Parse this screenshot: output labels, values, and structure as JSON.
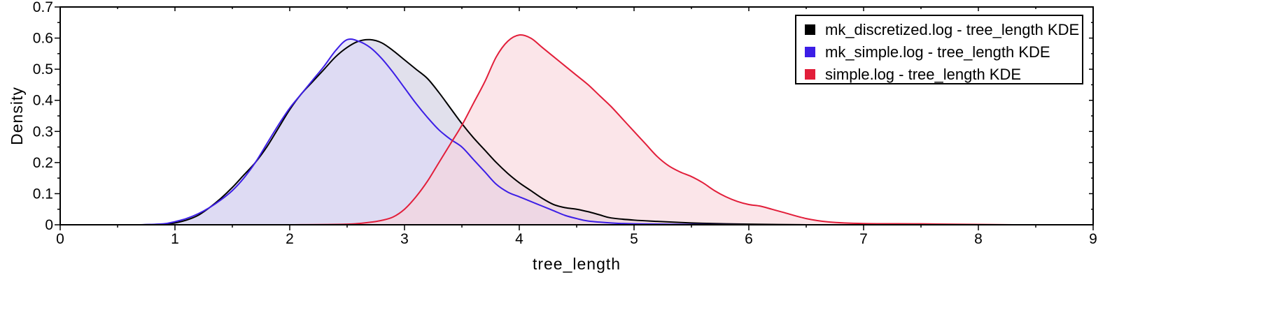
{
  "chart_data": {
    "type": "area",
    "xlabel": "tree_length",
    "ylabel": "Density",
    "xlim": [
      0,
      9
    ],
    "ylim": [
      0,
      0.7
    ],
    "xticks": [
      "0",
      "1",
      "2",
      "3",
      "4",
      "5",
      "6",
      "7",
      "8",
      "9"
    ],
    "yticks": [
      "0",
      "0.1",
      "0.2",
      "0.3",
      "0.4",
      "0.5",
      "0.6",
      "0.7"
    ],
    "grid": false,
    "legend_position": "top-right",
    "series": [
      {
        "name": "mk_discretized.log - tree_length KDE",
        "color": "#000000",
        "fill": "#c9c6dc",
        "fill_opacity": 0.55,
        "points": [
          [
            0.7,
            0
          ],
          [
            0.9,
            0.002
          ],
          [
            1.0,
            0.006
          ],
          [
            1.1,
            0.015
          ],
          [
            1.2,
            0.03
          ],
          [
            1.3,
            0.055
          ],
          [
            1.4,
            0.085
          ],
          [
            1.5,
            0.12
          ],
          [
            1.6,
            0.16
          ],
          [
            1.7,
            0.2
          ],
          [
            1.8,
            0.25
          ],
          [
            1.9,
            0.31
          ],
          [
            2.0,
            0.37
          ],
          [
            2.1,
            0.42
          ],
          [
            2.2,
            0.46
          ],
          [
            2.3,
            0.5
          ],
          [
            2.4,
            0.54
          ],
          [
            2.5,
            0.57
          ],
          [
            2.6,
            0.59
          ],
          [
            2.7,
            0.595
          ],
          [
            2.8,
            0.585
          ],
          [
            2.9,
            0.56
          ],
          [
            3.0,
            0.53
          ],
          [
            3.1,
            0.5
          ],
          [
            3.2,
            0.47
          ],
          [
            3.3,
            0.425
          ],
          [
            3.4,
            0.375
          ],
          [
            3.5,
            0.325
          ],
          [
            3.6,
            0.28
          ],
          [
            3.7,
            0.24
          ],
          [
            3.8,
            0.2
          ],
          [
            3.9,
            0.165
          ],
          [
            4.0,
            0.135
          ],
          [
            4.1,
            0.11
          ],
          [
            4.2,
            0.085
          ],
          [
            4.3,
            0.065
          ],
          [
            4.4,
            0.055
          ],
          [
            4.5,
            0.05
          ],
          [
            4.6,
            0.042
          ],
          [
            4.7,
            0.032
          ],
          [
            4.8,
            0.022
          ],
          [
            5.0,
            0.015
          ],
          [
            5.2,
            0.011
          ],
          [
            5.5,
            0.006
          ],
          [
            5.8,
            0.003
          ],
          [
            6.2,
            0.001
          ],
          [
            6.5,
            0
          ]
        ]
      },
      {
        "name": "mk_simple.log - tree_length KDE",
        "color": "#3c1ee6",
        "fill": "#dcd8f8",
        "fill_opacity": 0.65,
        "points": [
          [
            0.7,
            0
          ],
          [
            0.9,
            0.003
          ],
          [
            1.0,
            0.01
          ],
          [
            1.1,
            0.02
          ],
          [
            1.2,
            0.035
          ],
          [
            1.3,
            0.055
          ],
          [
            1.4,
            0.08
          ],
          [
            1.5,
            0.11
          ],
          [
            1.6,
            0.15
          ],
          [
            1.7,
            0.2
          ],
          [
            1.8,
            0.26
          ],
          [
            1.9,
            0.32
          ],
          [
            2.0,
            0.375
          ],
          [
            2.1,
            0.42
          ],
          [
            2.2,
            0.465
          ],
          [
            2.3,
            0.51
          ],
          [
            2.4,
            0.56
          ],
          [
            2.5,
            0.595
          ],
          [
            2.6,
            0.59
          ],
          [
            2.7,
            0.57
          ],
          [
            2.8,
            0.535
          ],
          [
            2.9,
            0.49
          ],
          [
            3.0,
            0.44
          ],
          [
            3.1,
            0.39
          ],
          [
            3.2,
            0.345
          ],
          [
            3.3,
            0.305
          ],
          [
            3.4,
            0.275
          ],
          [
            3.5,
            0.25
          ],
          [
            3.6,
            0.21
          ],
          [
            3.7,
            0.17
          ],
          [
            3.8,
            0.13
          ],
          [
            3.9,
            0.105
          ],
          [
            4.0,
            0.09
          ],
          [
            4.1,
            0.075
          ],
          [
            4.2,
            0.06
          ],
          [
            4.3,
            0.045
          ],
          [
            4.4,
            0.03
          ],
          [
            4.5,
            0.02
          ],
          [
            4.6,
            0.012
          ],
          [
            4.8,
            0.006
          ],
          [
            5.0,
            0.003
          ],
          [
            5.5,
            0.001
          ],
          [
            6.0,
            0
          ]
        ]
      },
      {
        "name": "simple.log - tree_length KDE",
        "color": "#e21e3a",
        "fill": "#f9d3da",
        "fill_opacity": 0.6,
        "points": [
          [
            2.0,
            0
          ],
          [
            2.5,
            0.002
          ],
          [
            2.7,
            0.008
          ],
          [
            2.8,
            0.014
          ],
          [
            2.9,
            0.025
          ],
          [
            3.0,
            0.05
          ],
          [
            3.1,
            0.09
          ],
          [
            3.2,
            0.14
          ],
          [
            3.3,
            0.2
          ],
          [
            3.4,
            0.26
          ],
          [
            3.5,
            0.32
          ],
          [
            3.6,
            0.39
          ],
          [
            3.7,
            0.46
          ],
          [
            3.8,
            0.54
          ],
          [
            3.9,
            0.59
          ],
          [
            4.0,
            0.61
          ],
          [
            4.1,
            0.6
          ],
          [
            4.2,
            0.57
          ],
          [
            4.3,
            0.54
          ],
          [
            4.4,
            0.51
          ],
          [
            4.5,
            0.48
          ],
          [
            4.6,
            0.45
          ],
          [
            4.7,
            0.415
          ],
          [
            4.8,
            0.38
          ],
          [
            4.9,
            0.34
          ],
          [
            5.0,
            0.3
          ],
          [
            5.1,
            0.26
          ],
          [
            5.2,
            0.22
          ],
          [
            5.3,
            0.19
          ],
          [
            5.4,
            0.17
          ],
          [
            5.5,
            0.155
          ],
          [
            5.6,
            0.135
          ],
          [
            5.7,
            0.11
          ],
          [
            5.8,
            0.09
          ],
          [
            5.9,
            0.075
          ],
          [
            6.0,
            0.065
          ],
          [
            6.1,
            0.06
          ],
          [
            6.2,
            0.05
          ],
          [
            6.3,
            0.04
          ],
          [
            6.5,
            0.02
          ],
          [
            6.7,
            0.009
          ],
          [
            7.0,
            0.004
          ],
          [
            7.5,
            0.003
          ],
          [
            8.0,
            0.001
          ],
          [
            8.3,
            0
          ]
        ]
      }
    ]
  }
}
